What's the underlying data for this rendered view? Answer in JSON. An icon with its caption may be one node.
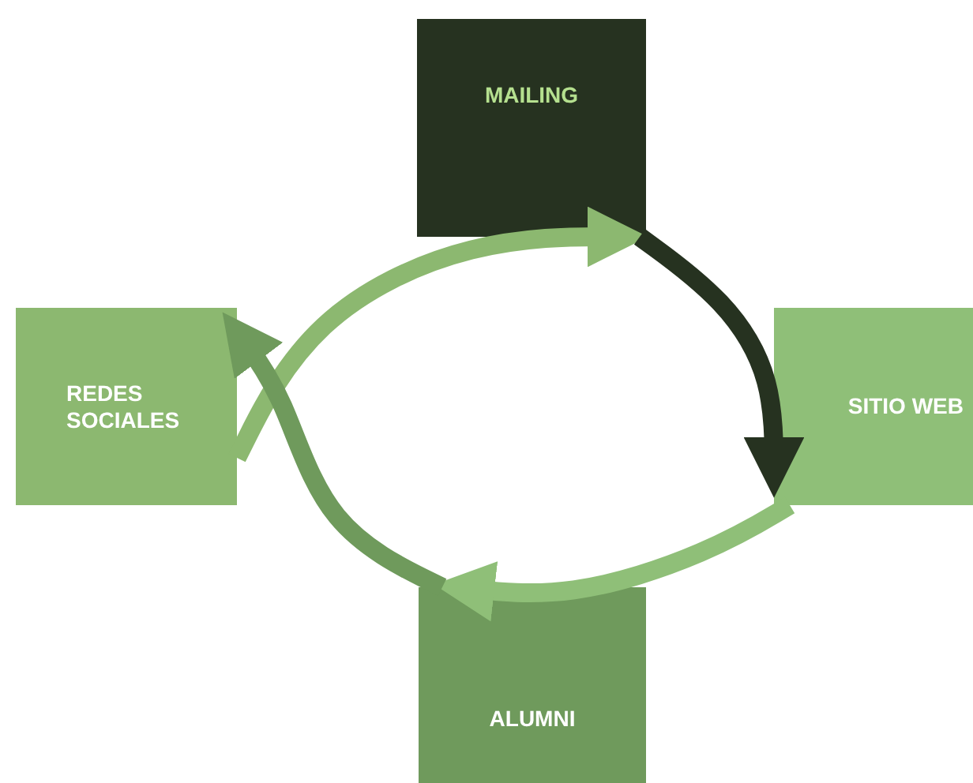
{
  "diagram": {
    "nodes": [
      {
        "text": [
          "MAILING"
        ]
      },
      {
        "text": [
          "REDES SOCIALES"
        ]
      },
      {
        "text": [
          "SITIO WEB"
        ]
      },
      {
        "text": [
          "ALUMNI"
        ]
      }
    ],
    "edges": [
      {
        "from": 1,
        "to": 0,
        "arrow": "to",
        "color": "#8cb870"
      },
      {
        "from": 0,
        "to": 2,
        "arrow": "to",
        "color": "#263220"
      },
      {
        "from": 2,
        "to": 3,
        "arrow": "to",
        "color": "#8fbf78"
      },
      {
        "from": 3,
        "to": 1,
        "arrow": "to",
        "color": "#6f9a5c"
      }
    ]
  }
}
